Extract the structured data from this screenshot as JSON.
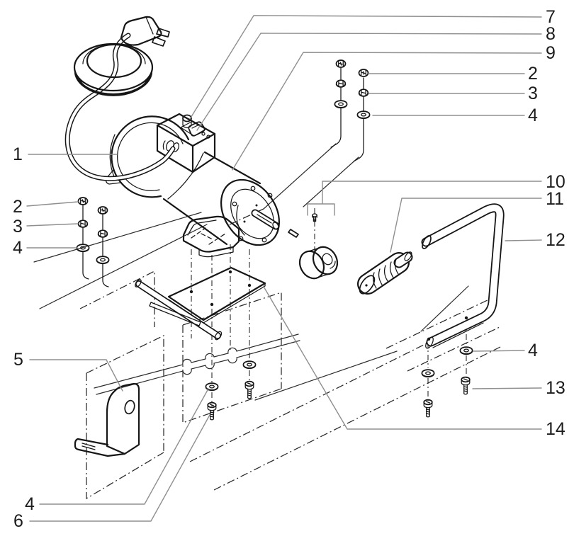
{
  "figure": {
    "kind": "exploded-parts-diagram",
    "background_color": "#ffffff",
    "line_color": "#161616",
    "leader_line_color": "#8f8f8f",
    "callouts": {
      "n1": {
        "label": "1"
      },
      "n2_left": {
        "label": "2"
      },
      "n3_left": {
        "label": "3"
      },
      "n4_left": {
        "label": "4"
      },
      "n5": {
        "label": "5"
      },
      "n4_bottom": {
        "label": "4"
      },
      "n6": {
        "label": "6"
      },
      "n7": {
        "label": "7"
      },
      "n8": {
        "label": "8"
      },
      "n9": {
        "label": "9"
      },
      "n2_right": {
        "label": "2"
      },
      "n3_right": {
        "label": "3"
      },
      "n4_right": {
        "label": "4"
      },
      "n10": {
        "label": "10"
      },
      "n11": {
        "label": "11"
      },
      "n12": {
        "label": "12"
      },
      "n4_handle": {
        "label": "4"
      },
      "n13": {
        "label": "13"
      },
      "n14": {
        "label": "14"
      }
    }
  }
}
